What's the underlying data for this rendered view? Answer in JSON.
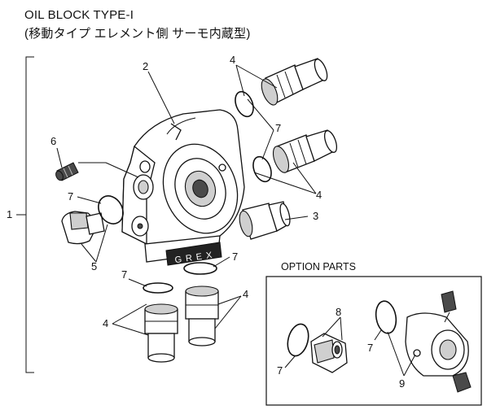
{
  "header": {
    "title": "OIL BLOCK TYPE-I",
    "subtitle": "(移動タイプ エレメント側 サーモ内蔵型)"
  },
  "option_box": {
    "title": "OPTION PARTS"
  },
  "block_label": {
    "text": "GREX"
  },
  "callouts": {
    "n1": "1",
    "n2": "2",
    "n3": "3",
    "n4a": "4",
    "n4b": "4",
    "n4c": "4",
    "n4d": "4",
    "n5": "5",
    "n6": "6",
    "n7a": "7",
    "n7b": "7",
    "n7c": "7",
    "n7d": "7",
    "n7e": "7",
    "n7f": "7",
    "n8": "8",
    "n9": "9"
  }
}
